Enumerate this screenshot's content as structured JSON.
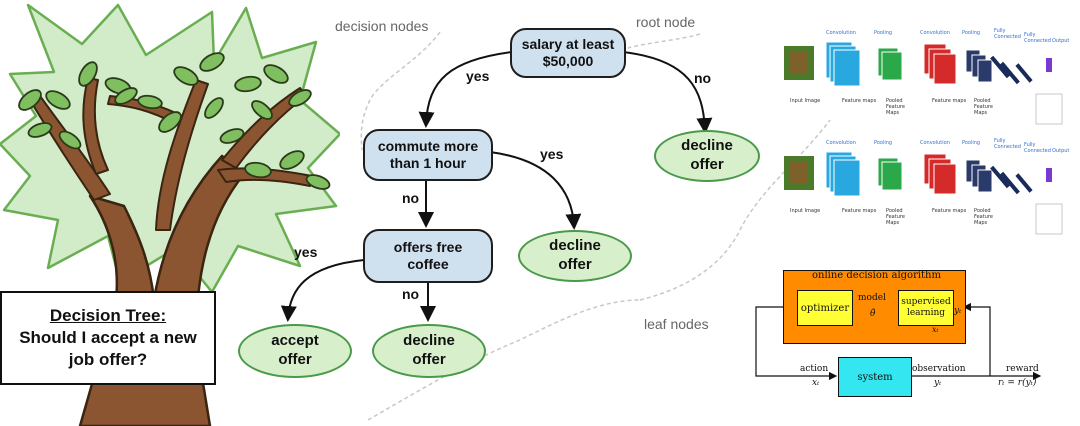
{
  "tree_title": {
    "line1": "Decision Tree:",
    "line2": "Should I accept a new",
    "line3": "job offer?"
  },
  "annotations": {
    "decision_nodes": "decision nodes",
    "root_node": "root node",
    "leaf_nodes": "leaf nodes"
  },
  "nodes": {
    "root": {
      "line1": "salary at least",
      "line2": "$50,000"
    },
    "commute": {
      "line1": "commute more",
      "line2": "than 1 hour"
    },
    "coffee": {
      "line1": "offers free",
      "line2": "coffee"
    },
    "decline1": {
      "line1": "decline",
      "line2": "offer"
    },
    "decline2": {
      "line1": "decline",
      "line2": "offer"
    },
    "decline3": {
      "line1": "decline",
      "line2": "offer"
    },
    "accept": {
      "line1": "accept",
      "line2": "offer"
    }
  },
  "edges": {
    "root_yes": "yes",
    "root_no": "no",
    "commute_yes": "yes",
    "commute_no": "no",
    "coffee_yes": "yes",
    "coffee_no": "no"
  },
  "cnn": {
    "stages": [
      "Convolution",
      "Pooling",
      "Convolution",
      "Pooling",
      "Fully Connected",
      "Fully Connected",
      "Output"
    ],
    "bottom_labels": [
      "Input Image",
      "Feature maps",
      "Pooled Feature Maps",
      "Feature maps",
      "Pooled Feature Maps"
    ]
  },
  "control": {
    "title": "online decision algorithm",
    "optimizer": "optimizer",
    "model": "model",
    "theta": "θ̂",
    "supervised1": "supervised",
    "supervised2": "learning",
    "y_t": "yₜ",
    "x_t": "xₜ",
    "system": "system",
    "action": "action",
    "action_var": "xₜ",
    "observation": "observation",
    "obs_var": "yₜ",
    "reward": "reward",
    "reward_eq": "rₜ = r(yₜ)"
  },
  "colors": {
    "decision_fill": "#cfe0ef",
    "leaf_fill": "#d8efcc",
    "leaf_border": "#4a9a4a",
    "tree_trunk": "#8a5530",
    "leaf_green": "#7fbf5f",
    "orange_box": "#ff8c00",
    "yellow_box": "#ffff33",
    "cyan_box": "#33e6f0"
  }
}
